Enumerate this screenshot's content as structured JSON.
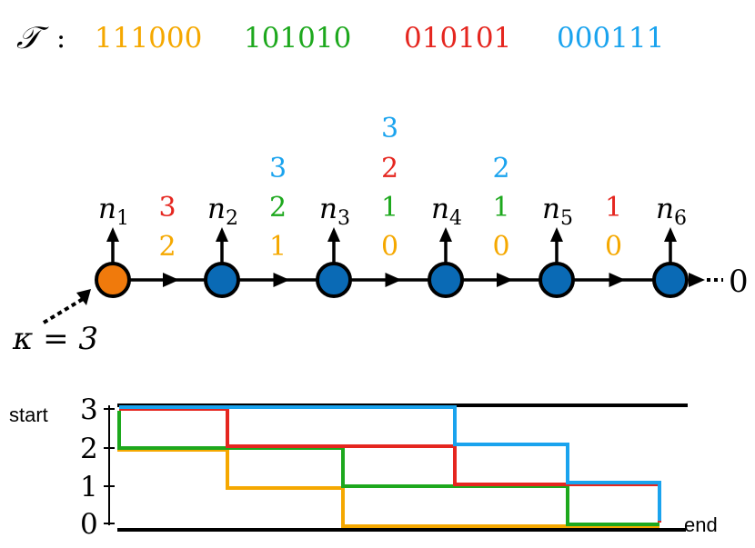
{
  "colors": {
    "orange": "#F5A800",
    "green": "#1DA81D",
    "red": "#E5261F",
    "blue": "#1AA3EE",
    "node_blue": "#0A6AB5",
    "node_orange": "#F07A0C",
    "black": "#000000"
  },
  "header": {
    "symbol": "𝒯",
    "colon": ":",
    "sequences": [
      {
        "text": "111000",
        "color": "orange"
      },
      {
        "text": "101010",
        "color": "green"
      },
      {
        "text": "010101",
        "color": "red"
      },
      {
        "text": "000111",
        "color": "blue"
      }
    ]
  },
  "chain": {
    "nodes": [
      {
        "label": "n",
        "sub": "1",
        "fill": "node_orange"
      },
      {
        "label": "n",
        "sub": "2",
        "fill": "node_blue"
      },
      {
        "label": "n",
        "sub": "3",
        "fill": "node_blue"
      },
      {
        "label": "n",
        "sub": "4",
        "fill": "node_blue"
      },
      {
        "label": "n",
        "sub": "5",
        "fill": "node_blue"
      },
      {
        "label": "n",
        "sub": "6",
        "fill": "node_blue"
      }
    ],
    "edge_labels": [
      [
        {
          "text": "3",
          "color": "red"
        },
        {
          "text": "2",
          "color": "orange"
        }
      ],
      [
        {
          "text": "3",
          "color": "blue"
        },
        {
          "text": "2",
          "color": "green"
        },
        {
          "text": "1",
          "color": "orange"
        }
      ],
      [
        {
          "text": "3",
          "color": "blue"
        },
        {
          "text": "2",
          "color": "red"
        },
        {
          "text": "1",
          "color": "green"
        },
        {
          "text": "0",
          "color": "orange"
        }
      ],
      [
        {
          "text": "2",
          "color": "blue"
        },
        {
          "text": "1",
          "color": "green"
        },
        {
          "text": "0",
          "color": "orange"
        }
      ],
      [
        {
          "text": "1",
          "color": "red"
        },
        {
          "text": "0",
          "color": "orange"
        }
      ]
    ],
    "end_value": "0",
    "kappa_label": "κ = 3"
  },
  "plot": {
    "start_label": "start",
    "end_label": "end",
    "y_ticks": [
      "3",
      "2",
      "1",
      "0"
    ],
    "steps": 5,
    "paths": [
      {
        "color": "orange",
        "levels": [
          2,
          1,
          0,
          0,
          0,
          0
        ]
      },
      {
        "color": "green",
        "levels": [
          2,
          2,
          1,
          1,
          0,
          0
        ]
      },
      {
        "color": "red",
        "levels": [
          3,
          2,
          2,
          1,
          1,
          0
        ]
      },
      {
        "color": "blue",
        "levels": [
          3,
          3,
          3,
          2,
          1,
          0
        ]
      }
    ]
  }
}
